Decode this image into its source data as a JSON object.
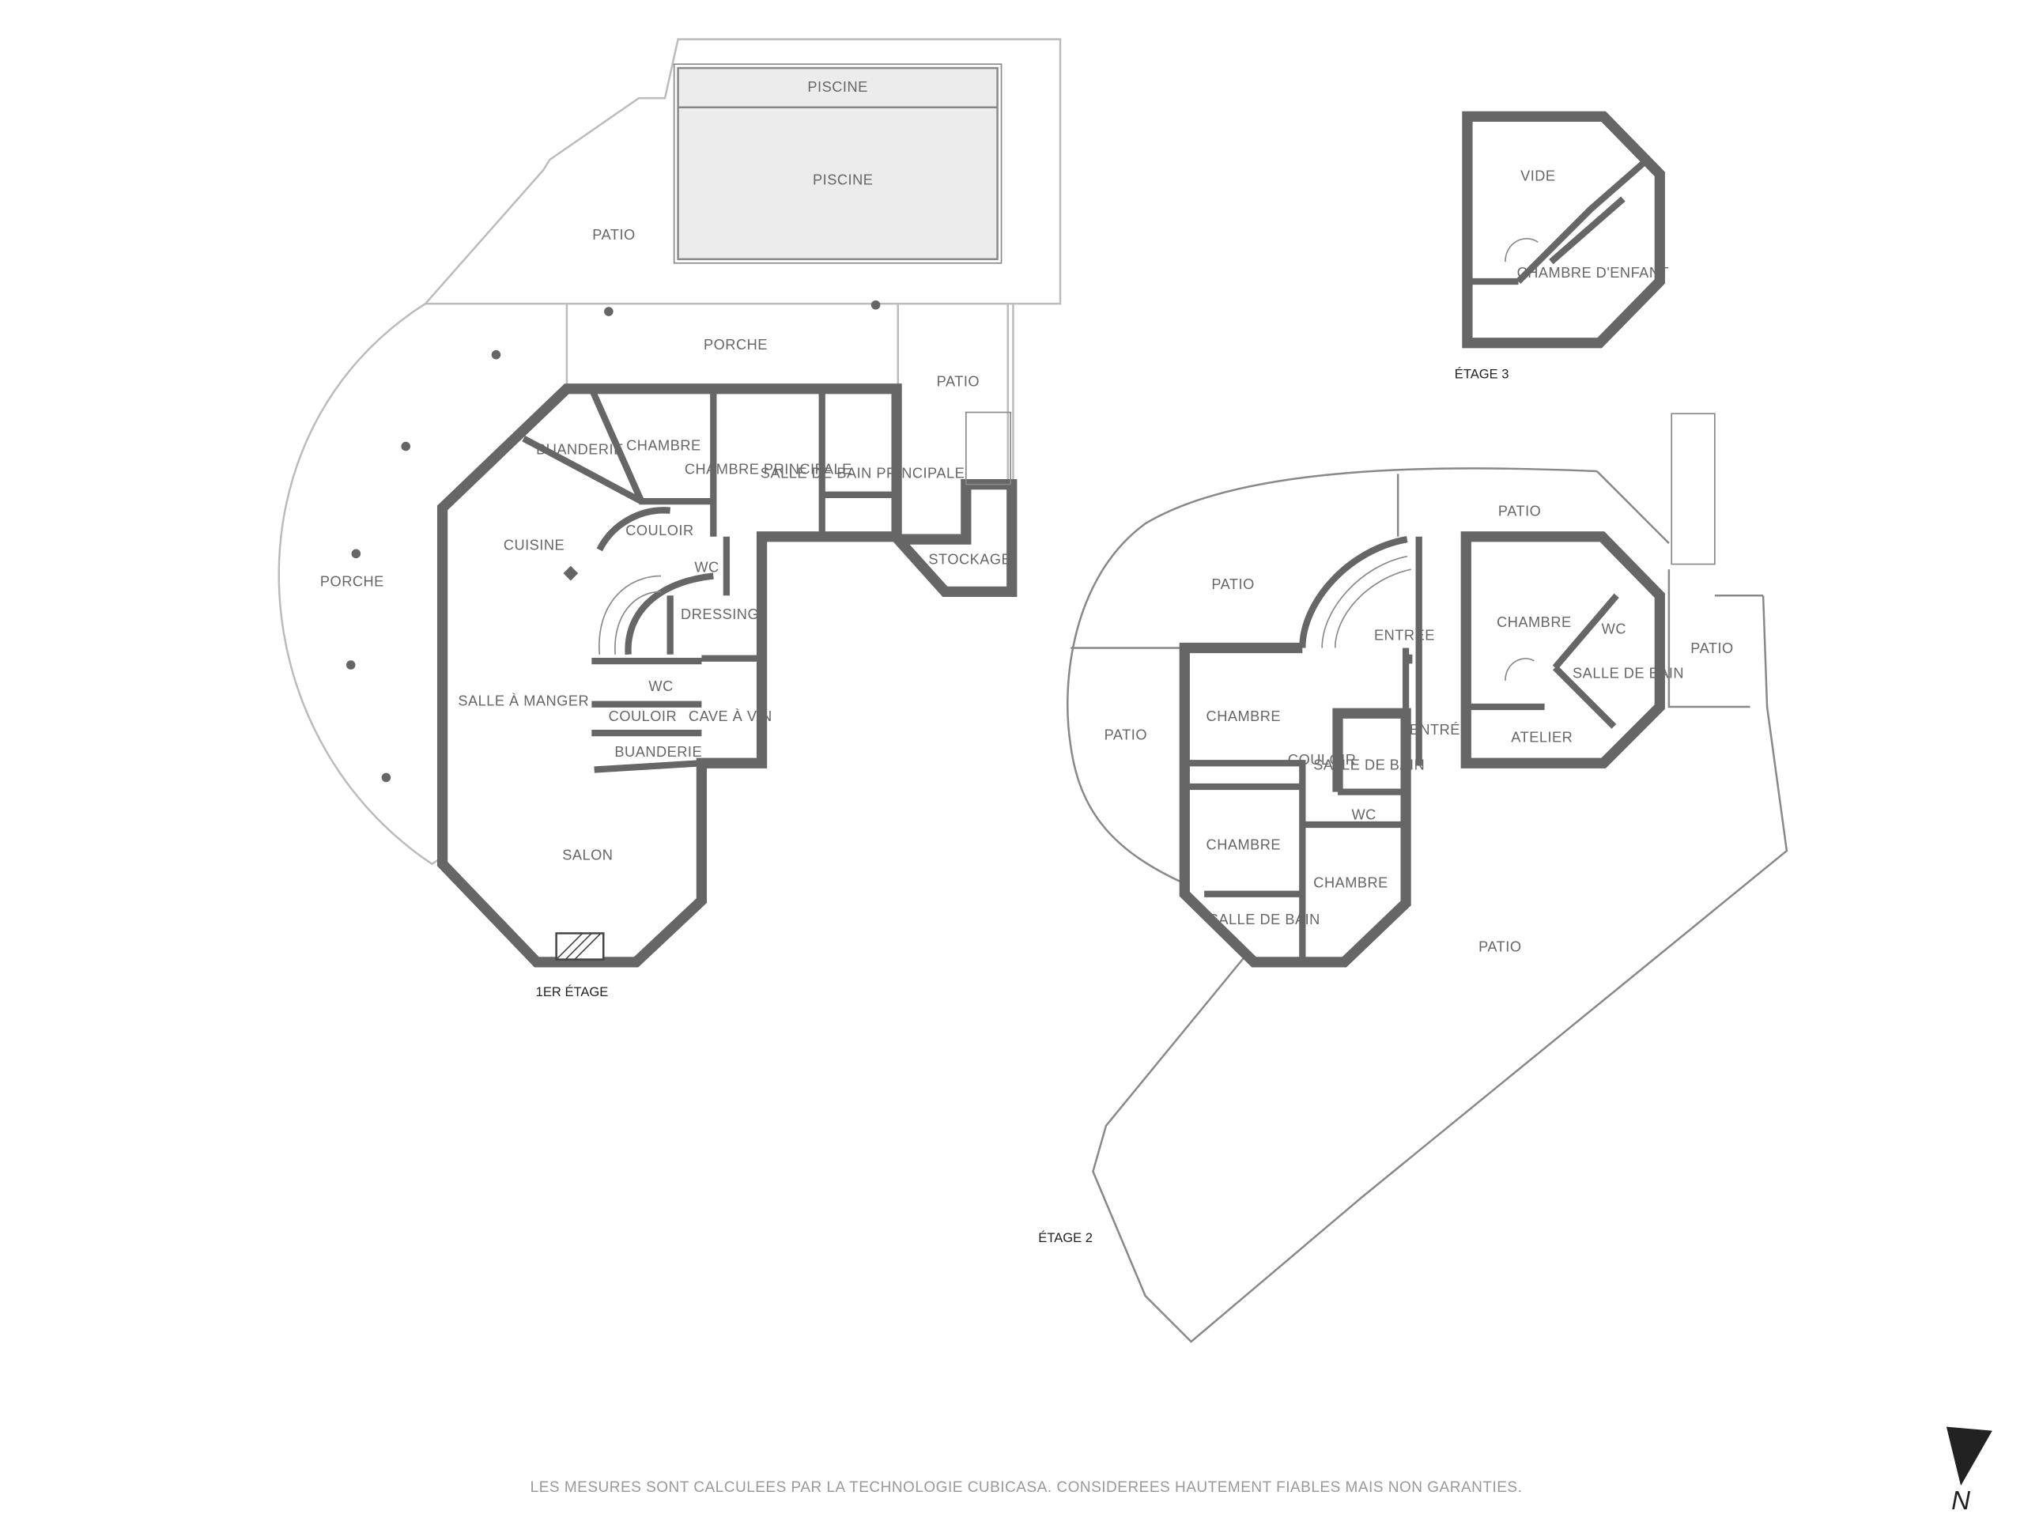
{
  "floors": {
    "floor1": {
      "label": "1ER ÉTAGE",
      "rooms": {
        "piscine_top": "PISCINE",
        "piscine": "PISCINE",
        "patio_top": "PATIO",
        "porche_top": "PORCHE",
        "patio_right": "PATIO",
        "buanderie_top": "BUANDERIE",
        "chambre": "CHAMBRE",
        "chambre_principale": "CHAMBRE PRINCIPALE",
        "salle_de_bain_principale": "SALLE DE BAIN PRINCIPALE",
        "couloir_top": "COULOIR",
        "cuisine": "CUISINE",
        "wc_top": "WC",
        "stockage": "STOCKAGE",
        "porche_left": "PORCHE",
        "dressing": "DRESSING",
        "salle_a_manger": "SALLE À MANGER",
        "wc_mid": "WC",
        "cave_a_vin": "CAVE À VIN",
        "couloir_mid": "COULOIR",
        "buanderie_bottom": "BUANDERIE",
        "salon": "SALON"
      }
    },
    "floor2": {
      "label": "ÉTAGE 2",
      "rooms": {
        "patio_top": "PATIO",
        "patio_left_top": "PATIO",
        "entree_top": "ENTRÉE",
        "chambre_right": "CHAMBRE",
        "wc_right": "WC",
        "salle_de_bain_right": "SALLE DE BAIN",
        "patio_far_right": "PATIO",
        "patio_left": "PATIO",
        "chambre_left_top": "CHAMBRE",
        "entree_mid": "ENTRÉE",
        "atelier": "ATELIER",
        "couloir": "COULOIR",
        "salle_de_bain_mid": "SALLE DE BAIN",
        "wc_mid": "WC",
        "chambre_left_bottom": "CHAMBRE",
        "chambre_bottom": "CHAMBRE",
        "salle_de_bain_bottom": "SALLE DE BAIN",
        "patio_bottom": "PATIO"
      }
    },
    "floor3": {
      "label": "ÉTAGE 3",
      "rooms": {
        "vide": "VIDE",
        "chambre_denfant": "CHAMBRE D'ENFANT"
      }
    }
  },
  "compass": {
    "label": "N"
  },
  "disclaimer": "LES MESURES SONT CALCULEES PAR LA TECHNOLOGIE CUBICASA. CONSIDEREES HAUTEMENT FIABLES MAIS NON GARANTIES.",
  "colors": {
    "wall": "#666666",
    "pool": "#ececec",
    "outline": "#bbbbbb"
  }
}
